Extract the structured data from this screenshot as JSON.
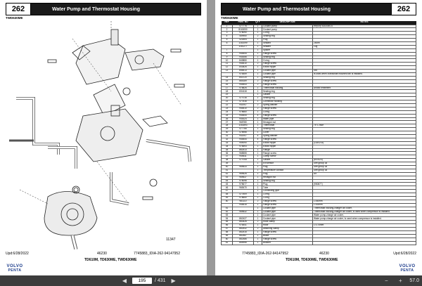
{
  "header": {
    "page_number": "262",
    "title": "Water Pump and Thermostat Housing",
    "engine": "TWD630ME"
  },
  "left": {
    "callout_code": "11347",
    "footer": {
      "updated": "Upd:6/28/2022",
      "code": "46230",
      "doc_id": "7745883_IDIA-262-94147952",
      "models": "TD610M, TD630ME, TWD630ME"
    }
  },
  "right": {
    "footer": {
      "updated": "Upd:6/28/2022",
      "code": "46230",
      "doc_id": "7745883_IDIA-262-94147952",
      "models": "TD610M, TD630ME, TWD630ME"
    }
  },
  "logo": {
    "line1": "VOLVO",
    "line2": "PENTA"
  },
  "table": {
    "headers": [
      "REF",
      "PART NO",
      "QTY",
      "DESCRIPTION",
      "NOTES"
    ],
    "rows": [
      [
        "1",
        "477776",
        "1",
        "Coolant pump",
        "Repl.by 8163050-6"
      ],
      [
        "2",
        "8163050",
        "1",
        "Coolant pump",
        ""
      ],
      [
        "3",
        "978090",
        "1",
        "O-ring",
        ""
      ],
      [
        "4",
        "469950",
        "2",
        "Sealing ring",
        ""
      ],
      [
        "5",
        "421804",
        "1",
        "Plug",
        ""
      ],
      [
        "6",
        "1161099",
        "1",
        "Sealant",
        "250ml"
      ],
      [
        "",
        "1161277",
        "1",
        "Sealant",
        "10g"
      ],
      [
        "7",
        "",
        "1",
        "Spacer",
        ""
      ],
      [
        "8",
        "945444",
        "1",
        "Flange screw",
        ""
      ],
      [
        "9",
        "945356",
        "1",
        "Sealing ring",
        ""
      ],
      [
        "10",
        "843850",
        "1",
        "O-ring",
        ""
      ],
      [
        "11",
        "945410",
        "2",
        "Flange screw",
        ""
      ],
      [
        "12",
        "843826",
        "1",
        "Elbow nipple",
        ""
      ],
      [
        "13",
        "846413",
        "1",
        "Coolant pipe",
        "Std"
      ],
      [
        "",
        "976459",
        "1",
        "Coolant pipe",
        "Is used when crankshaft mounted fan is installed."
      ],
      [
        "14",
        "843720",
        "1",
        "Sealing ring",
        ""
      ],
      [
        "15",
        "865189",
        "2",
        "Flange screw",
        ""
      ],
      [
        "16",
        "945443",
        "2",
        "Flange screw",
        ""
      ],
      [
        "17",
        "978826",
        "1",
        "Thermostat housing",
        "Anodic treatment"
      ],
      [
        "18",
        "834118",
        "1",
        "Sealing ring",
        ""
      ],
      [
        "19",
        "",
        "1",
        "Gasket",
        ""
      ],
      [
        "20",
        "477016",
        "1",
        "Sealing ring",
        ""
      ],
      [
        "21",
        "477816",
        "1",
        "Connector housing",
        ""
      ],
      [
        "22",
        "941907",
        "2",
        "Spring washer",
        ""
      ],
      [
        "23",
        "945410",
        "2",
        "Flange screw",
        ""
      ],
      [
        "24",
        "978660",
        "1",
        "O-ring",
        ""
      ],
      [
        "25",
        "945444",
        "4",
        "Flange screw",
        ""
      ],
      [
        "26",
        "945324",
        "1",
        "Water pipe",
        ""
      ],
      [
        "27",
        "965780",
        "1",
        "Hexagon nut",
        ""
      ],
      [
        "28",
        "1161893",
        "1",
        "Thermostat",
        "75°C blue"
      ],
      [
        "29",
        "477766",
        "1",
        "Sealing ring",
        ""
      ],
      [
        "30",
        "478956",
        "1",
        "Cover",
        ""
      ],
      [
        "31",
        "941907",
        "4",
        "Spring washer",
        ""
      ],
      [
        "32",
        "945444",
        "4",
        "Flange screw",
        ""
      ],
      [
        "33",
        "959090",
        "1",
        "Elbow nipple",
        "(1180203)"
      ],
      [
        "34",
        "978593",
        "1",
        "Elbow nipple",
        ""
      ],
      [
        "35",
        "862513",
        "1",
        "Flange",
        ""
      ],
      [
        "36",
        "968555",
        "1",
        "Flange screw",
        ""
      ],
      [
        "37",
        "945611",
        "1",
        "Clamp screw",
        ""
      ],
      [
        "38",
        "477008",
        "1",
        "Gasket",
        "(847824)"
      ],
      [
        "39",
        "",
        "1",
        "Ext sensor",
        "See group 38"
      ],
      [
        "40",
        "969633",
        "1",
        "Plug",
        "See group 38"
      ],
      [
        "41",
        "",
        "1",
        "Temperature contact",
        "See group 38"
      ],
      [
        "42",
        "969626",
        "1",
        "Plug",
        "Alt"
      ],
      [
        "43",
        "969637",
        "1",
        "Hexagon nut",
        ""
      ],
      [
        "44",
        "978096",
        "1",
        "Sealing ring",
        ""
      ],
      [
        "45",
        "978677",
        "1",
        "Plug",
        "(950877)"
      ],
      [
        "46",
        "965470",
        "1",
        "Tube",
        ""
      ],
      [
        "47",
        "",
        "1",
        "Connecting pipe",
        ""
      ],
      [
        "48",
        "477809",
        "1",
        "O-ring",
        ""
      ],
      [
        "49",
        "978650",
        "1",
        "O-ring",
        ""
      ],
      [
        "50",
        "981110",
        "2",
        "Flange screw",
        "L=80mm"
      ],
      [
        "",
        "945515",
        "1",
        "Flange screw",
        "L=45mm"
      ],
      [
        "51",
        "",
        "1",
        "Coolant pipe",
        "Thermostat housing-charger air cooler,"
      ],
      [
        "52",
        "969632",
        "1",
        "Coolant pipe",
        "Thermostat housing-charger air cooler, Is used when compressor is installed."
      ],
      [
        "53",
        "",
        "1",
        "Coolant pipe",
        "Water pump-charge air cooler,"
      ],
      [
        "54",
        "862427",
        "1",
        "Coolant pipe",
        "Water pump-charge air cooler, Is used when compressor is installed."
      ],
      [
        "55",
        "863426",
        "2",
        "Hose clamp",
        ""
      ],
      [
        "56",
        "976441",
        "1",
        "Hose",
        "L=175mm"
      ],
      [
        "57",
        "862532",
        "2",
        "Attaching clamp",
        ""
      ],
      [
        "58",
        "862515",
        "1",
        "Flange screw",
        ""
      ],
      [
        "59",
        "862487",
        "1",
        "Brace",
        ""
      ],
      [
        "60",
        "862486",
        "1",
        "Flange screw",
        ""
      ],
      [
        "61",
        "865956",
        "1",
        "Bracket",
        ""
      ]
    ]
  },
  "toolbar": {
    "page_current": "195",
    "page_total": "/ 431",
    "zoom": "57.0"
  }
}
